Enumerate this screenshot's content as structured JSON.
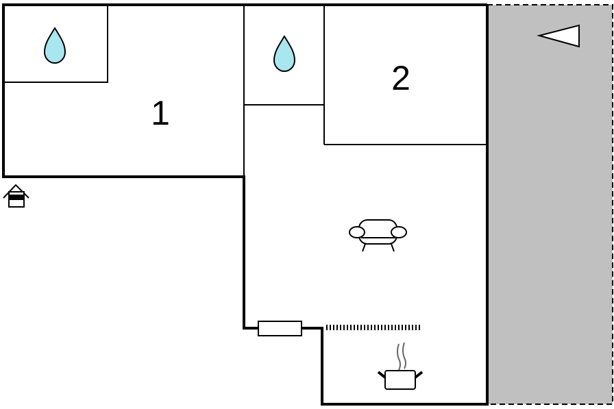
{
  "floorplan": {
    "rooms": [
      {
        "id": "bedroom-1",
        "label": "1"
      },
      {
        "id": "bedroom-2",
        "label": "2"
      }
    ],
    "icons": {
      "bathroom_1": "water-drop-icon",
      "bathroom_2": "water-drop-icon",
      "entrance": "house-entrance-icon",
      "living_room": "sofa-icon",
      "kitchen": "cooking-pot-icon",
      "terrace_direction": "triangle-pointer-icon"
    },
    "colors": {
      "wall": "#000000",
      "water": "#a8e6f0",
      "terrace": "#c0c0c0",
      "background": "#ffffff"
    }
  }
}
